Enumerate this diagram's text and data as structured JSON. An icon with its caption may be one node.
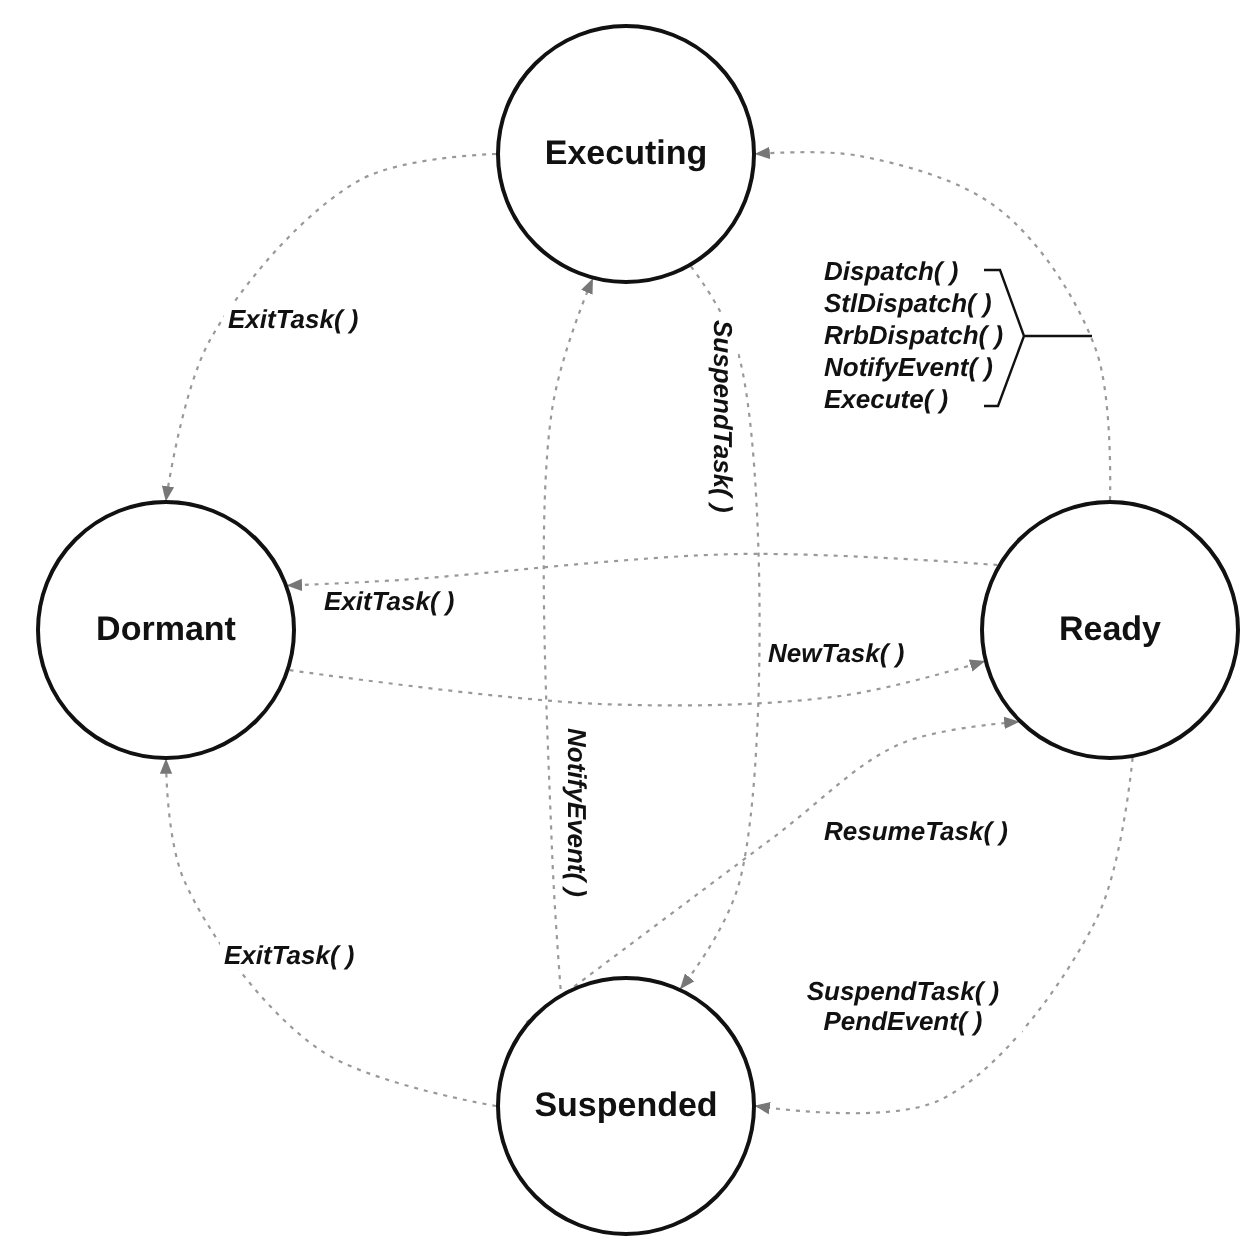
{
  "diagram": {
    "nodes": [
      {
        "text": [
          "Executing"
        ]
      },
      {
        "text": [
          "Dormant"
        ]
      },
      {
        "text": [
          "Ready"
        ]
      },
      {
        "text": [
          "Suspended"
        ]
      }
    ],
    "edges": [
      {
        "from": 2,
        "to": 0,
        "arrow": "to"
      },
      {
        "from": 0,
        "to": 1,
        "arrow": "to",
        "label": "ExitTask( )"
      },
      {
        "from": 2,
        "to": 1,
        "arrow": "to",
        "label": "ExitTask( )"
      },
      {
        "from": 0,
        "to": 3,
        "arrow": "to",
        "label": "SuspendTask( )"
      },
      {
        "from": 1,
        "to": 2,
        "arrow": "to",
        "label": "NewTask( )"
      },
      {
        "from": 3,
        "to": 0,
        "arrow": "to",
        "label": "NotifyEvent( )"
      },
      {
        "from": 3,
        "to": 1,
        "arrow": "to",
        "label": "ExitTask( )"
      },
      {
        "from": 3,
        "to": 2,
        "arrow": "to",
        "label": "ResumeTask( )"
      },
      {
        "from": 2,
        "to": 3,
        "arrow": "to",
        "label": "SuspendTask( ) PendEvent( )"
      }
    ],
    "labels": [
      "Dispatch( )",
      "StlDispatch( )",
      "RrbDispatch( )",
      "NotifyEvent( )",
      "Execute( )"
    ]
  }
}
